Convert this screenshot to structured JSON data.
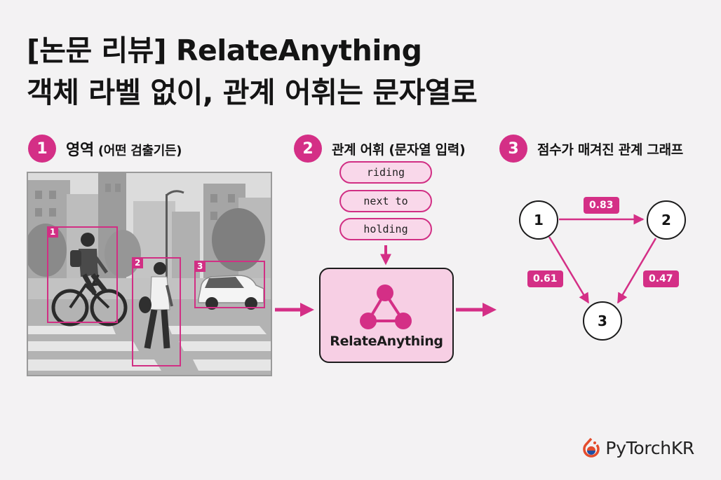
{
  "title": {
    "line1": "[논문 리뷰] RelateAnything",
    "line2": "객체 라벨 없이, 관계 어휘는 문자열로"
  },
  "steps": [
    {
      "num": "1",
      "main": "영역",
      "sub": " (어떤 검출기든)"
    },
    {
      "num": "2",
      "label": "관계 어휘 (문자열 입력)"
    },
    {
      "num": "3",
      "label": "점수가 매겨진 관계 그래프"
    }
  ],
  "boxes": [
    "1",
    "2",
    "3"
  ],
  "relations": [
    "riding",
    "next to",
    "holding"
  ],
  "model": {
    "label": "RelateAnything"
  },
  "graph": {
    "nodes": [
      "1",
      "2",
      "3"
    ],
    "scores": {
      "n1_n2": "0.83",
      "n1_n3": "0.61",
      "n2_n3": "0.47"
    }
  },
  "brand": {
    "name": "PyTorchKR",
    "icon": "pytorch-flame-icon"
  },
  "colors": {
    "accent": "#d42f86",
    "pill_fill": "#f9d8ea",
    "model_fill": "#f7cfe4",
    "background": "#f3f2f3"
  }
}
